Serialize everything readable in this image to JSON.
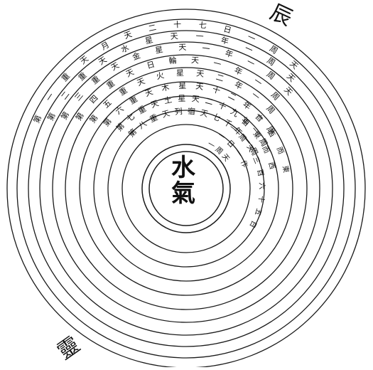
{
  "diagram": {
    "center": [
      "水",
      "氣"
    ],
    "corner_top": "辰",
    "corner_bottom": "靈",
    "ring_labels": [
      "第一重天月天二十七日一周天",
      "第二重天水星天一年一周天",
      "第三重天金星天一年一周天",
      "第四重天日輪天一年一周",
      "第五重天火星天二年一周",
      "第六重天木星天十二年一周",
      "第七重天土星天二十九年一周",
      "第八重天列宿天七千年一周"
    ],
    "inner_labels": [
      "一周天",
      "一日一作",
      "一周天三百六十五日",
      "自東而西",
      "自西而東"
    ]
  }
}
